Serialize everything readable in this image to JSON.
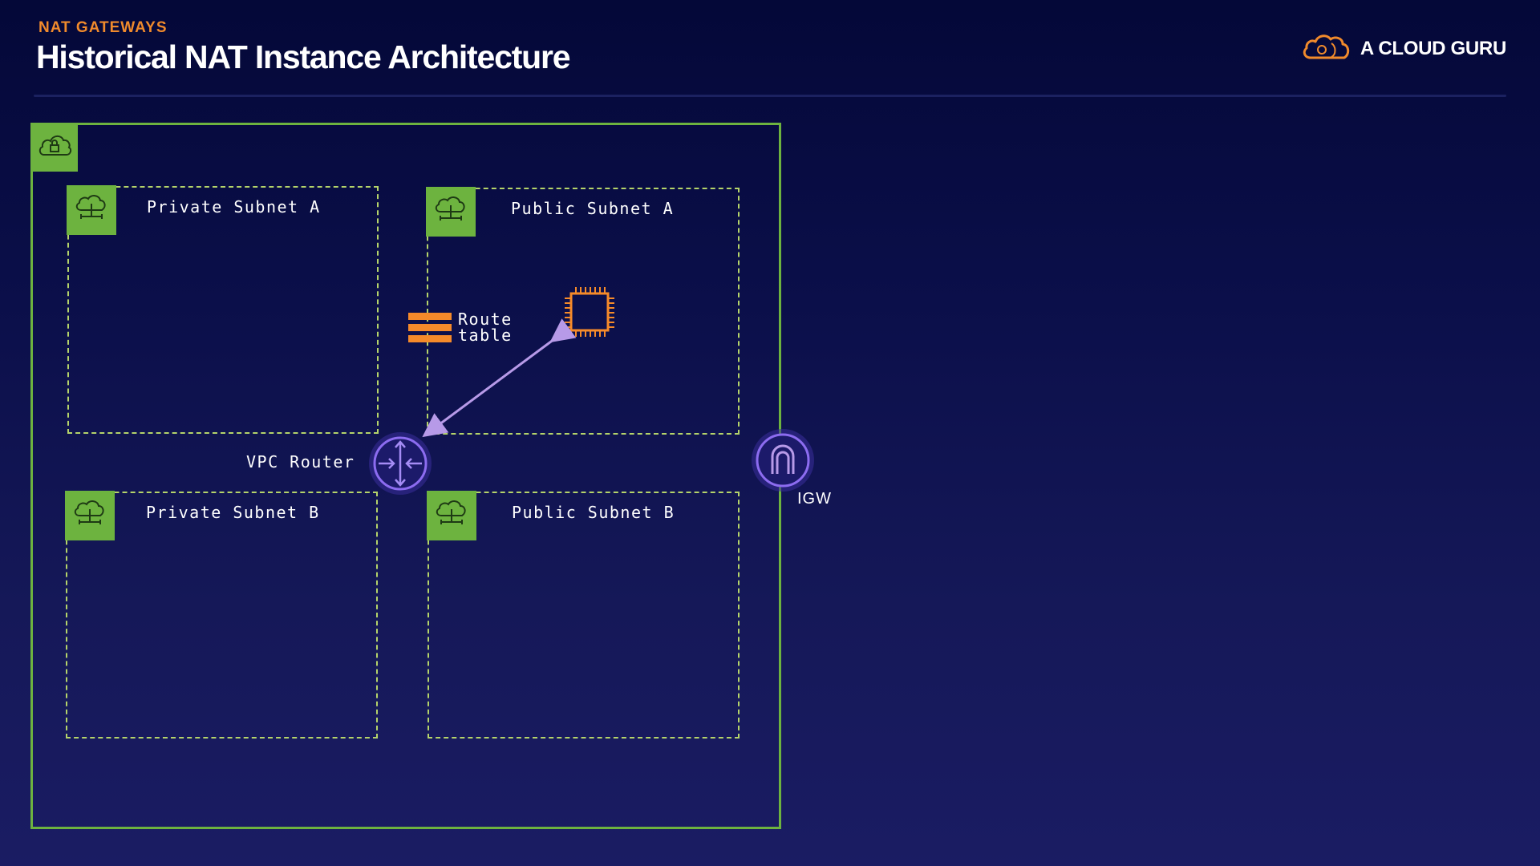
{
  "header": {
    "kicker": "NAT GATEWAYS",
    "title": "Historical NAT Instance Architecture"
  },
  "brand": {
    "name": "A CLOUD GURU",
    "logo_icon": "cloud-icon"
  },
  "colors": {
    "background": "#0b0f4a",
    "accent_orange": "#f08a2c",
    "vpc_green": "#6db33f",
    "subnet_dash": "#b5d46a",
    "router_purple": "#8c6cf0",
    "arrow_lavender": "#b79ae8"
  },
  "diagram": {
    "vpc": {
      "icon": "cloud-lock-icon"
    },
    "subnets": [
      {
        "label": "Private Subnet A",
        "icon": "subnet-cloud-icon"
      },
      {
        "label": "Public Subnet A",
        "icon": "subnet-cloud-icon"
      },
      {
        "label": "Private Subnet B",
        "icon": "subnet-cloud-icon"
      },
      {
        "label": "Public Subnet B",
        "icon": "subnet-cloud-icon"
      }
    ],
    "route_table": {
      "line1": "Route",
      "line2": "table",
      "icon": "route-table-icon"
    },
    "nat_instance": {
      "icon": "ec2-instance-chip-icon"
    },
    "vpc_router": {
      "label": "VPC Router",
      "icon": "router-icon"
    },
    "igw": {
      "label": "IGW",
      "icon": "internet-gateway-icon"
    }
  }
}
